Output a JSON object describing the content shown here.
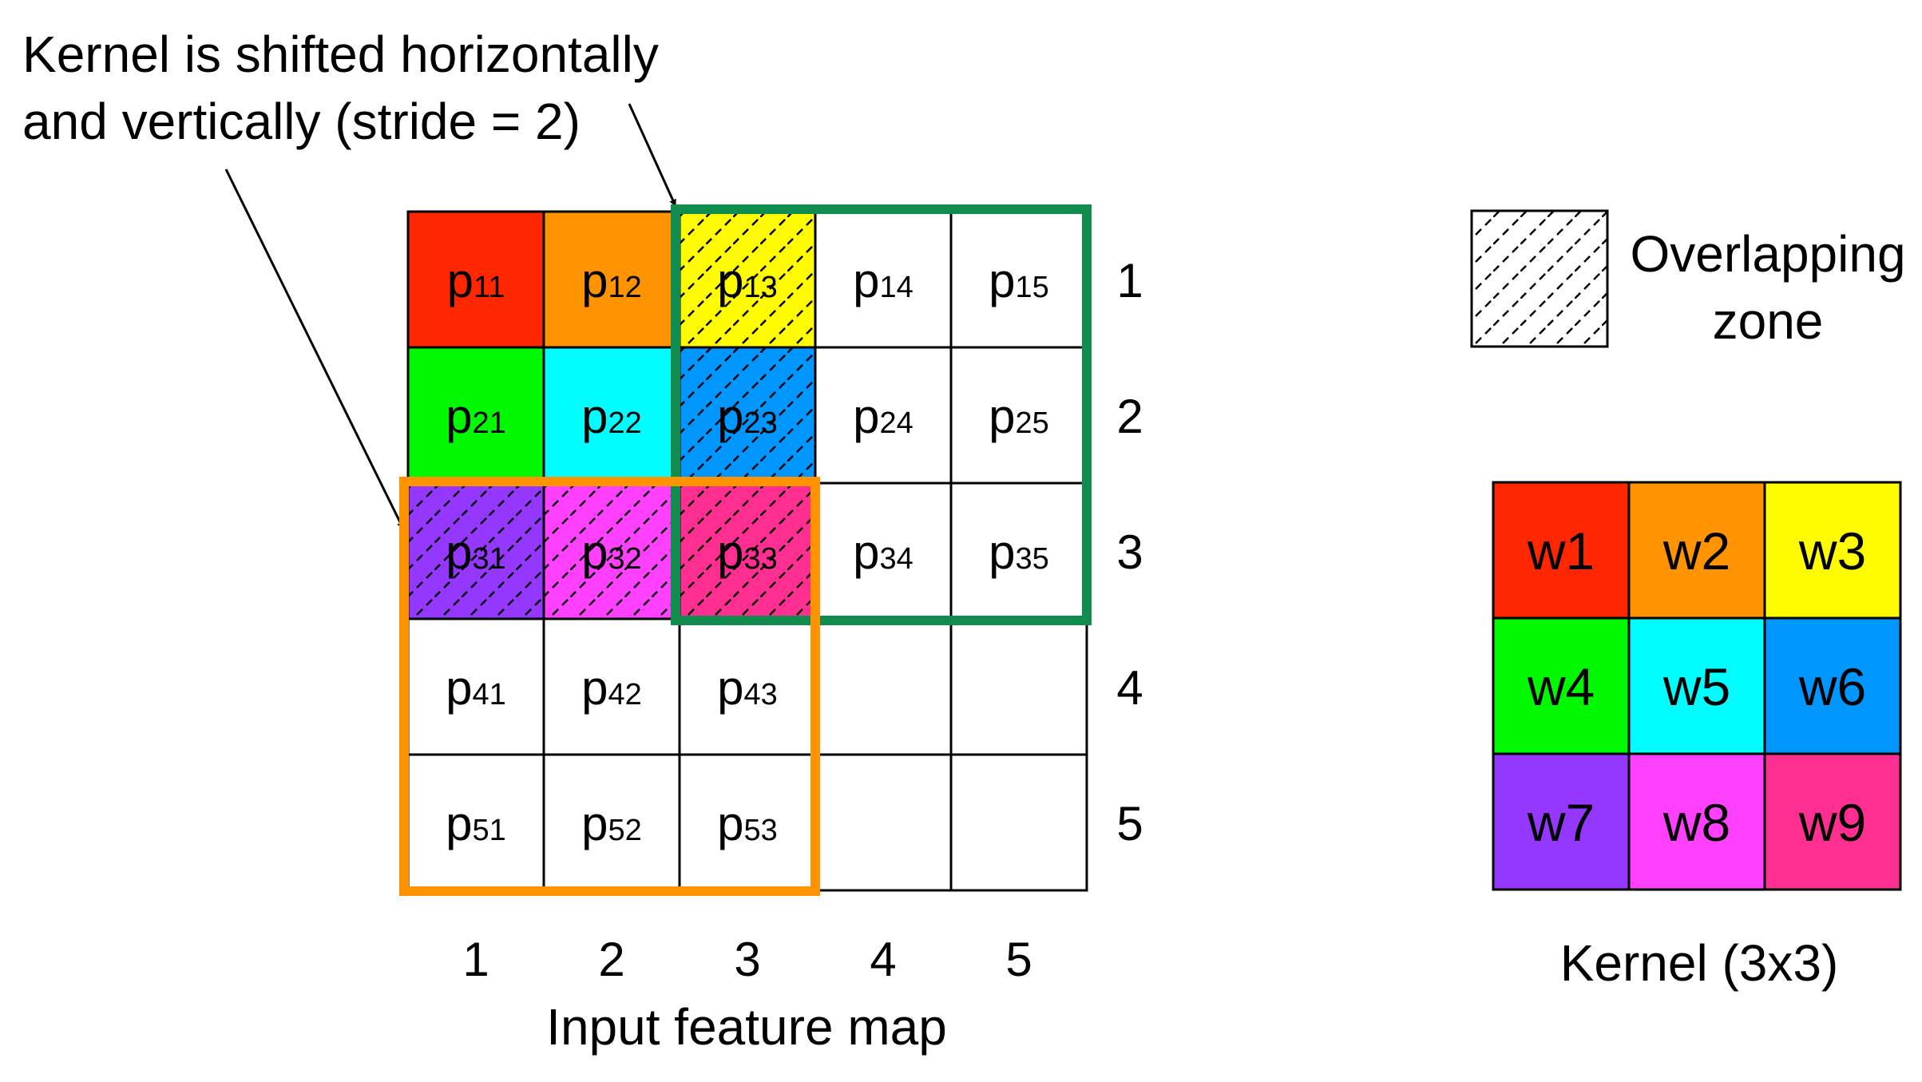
{
  "annotation": {
    "line1": "Kernel is shifted horizontally",
    "line2": "and vertically (stride = 2)"
  },
  "input_map": {
    "title": "Input feature map",
    "col_labels": [
      "1",
      "2",
      "3",
      "4",
      "5"
    ],
    "row_labels": [
      "1",
      "2",
      "3",
      "4",
      "5"
    ],
    "cells": [
      [
        {
          "base": "p",
          "sub": "11",
          "fill": "#ff2600"
        },
        {
          "base": "p",
          "sub": "12",
          "fill": "#ff9300"
        },
        {
          "base": "p",
          "sub": "13",
          "fill": "#fffb00"
        },
        {
          "base": "p",
          "sub": "14",
          "fill": "#ffffff"
        },
        {
          "base": "p",
          "sub": "15",
          "fill": "#ffffff"
        }
      ],
      [
        {
          "base": "p",
          "sub": "21",
          "fill": "#00f900"
        },
        {
          "base": "p",
          "sub": "22",
          "fill": "#00fdff"
        },
        {
          "base": "p",
          "sub": "23",
          "fill": "#0096ff"
        },
        {
          "base": "p",
          "sub": "24",
          "fill": "#ffffff"
        },
        {
          "base": "p",
          "sub": "25",
          "fill": "#ffffff"
        }
      ],
      [
        {
          "base": "p",
          "sub": "31",
          "fill": "#9437ff"
        },
        {
          "base": "p",
          "sub": "32",
          "fill": "#ff40ff"
        },
        {
          "base": "p",
          "sub": "33",
          "fill": "#ff2f92"
        },
        {
          "base": "p",
          "sub": "34",
          "fill": "#ffffff"
        },
        {
          "base": "p",
          "sub": "35",
          "fill": "#ffffff"
        }
      ],
      [
        {
          "base": "p",
          "sub": "41",
          "fill": "#ffffff"
        },
        {
          "base": "p",
          "sub": "42",
          "fill": "#ffffff"
        },
        {
          "base": "p",
          "sub": "43",
          "fill": "#ffffff"
        },
        {
          "base": "",
          "sub": "",
          "fill": "#ffffff"
        },
        {
          "base": "",
          "sub": "",
          "fill": "#ffffff"
        }
      ],
      [
        {
          "base": "p",
          "sub": "51",
          "fill": "#ffffff"
        },
        {
          "base": "p",
          "sub": "52",
          "fill": "#ffffff"
        },
        {
          "base": "p",
          "sub": "53",
          "fill": "#ffffff"
        },
        {
          "base": "",
          "sub": "",
          "fill": "#ffffff"
        },
        {
          "base": "",
          "sub": "",
          "fill": "#ffffff"
        }
      ]
    ],
    "overlap_cells": [
      [
        0,
        2
      ],
      [
        1,
        2
      ],
      [
        2,
        0
      ],
      [
        2,
        1
      ],
      [
        2,
        2
      ]
    ],
    "kernel_window_colors": {
      "shifted_horizontally": "#118c4f",
      "shifted_vertically": "#ff9300"
    }
  },
  "legend": {
    "line1": "Overlapping",
    "line2": "zone"
  },
  "kernel": {
    "title": "Kernel (3x3)",
    "cells": [
      [
        {
          "label": "w1",
          "fill": "#ff2600"
        },
        {
          "label": "w2",
          "fill": "#ff9300"
        },
        {
          "label": "w3",
          "fill": "#fffb00"
        }
      ],
      [
        {
          "label": "w4",
          "fill": "#00f900"
        },
        {
          "label": "w5",
          "fill": "#00fdff"
        },
        {
          "label": "w6",
          "fill": "#0096ff"
        }
      ],
      [
        {
          "label": "w7",
          "fill": "#9437ff"
        },
        {
          "label": "w8",
          "fill": "#ff40ff"
        },
        {
          "label": "w9",
          "fill": "#ff2f92"
        }
      ]
    ]
  }
}
